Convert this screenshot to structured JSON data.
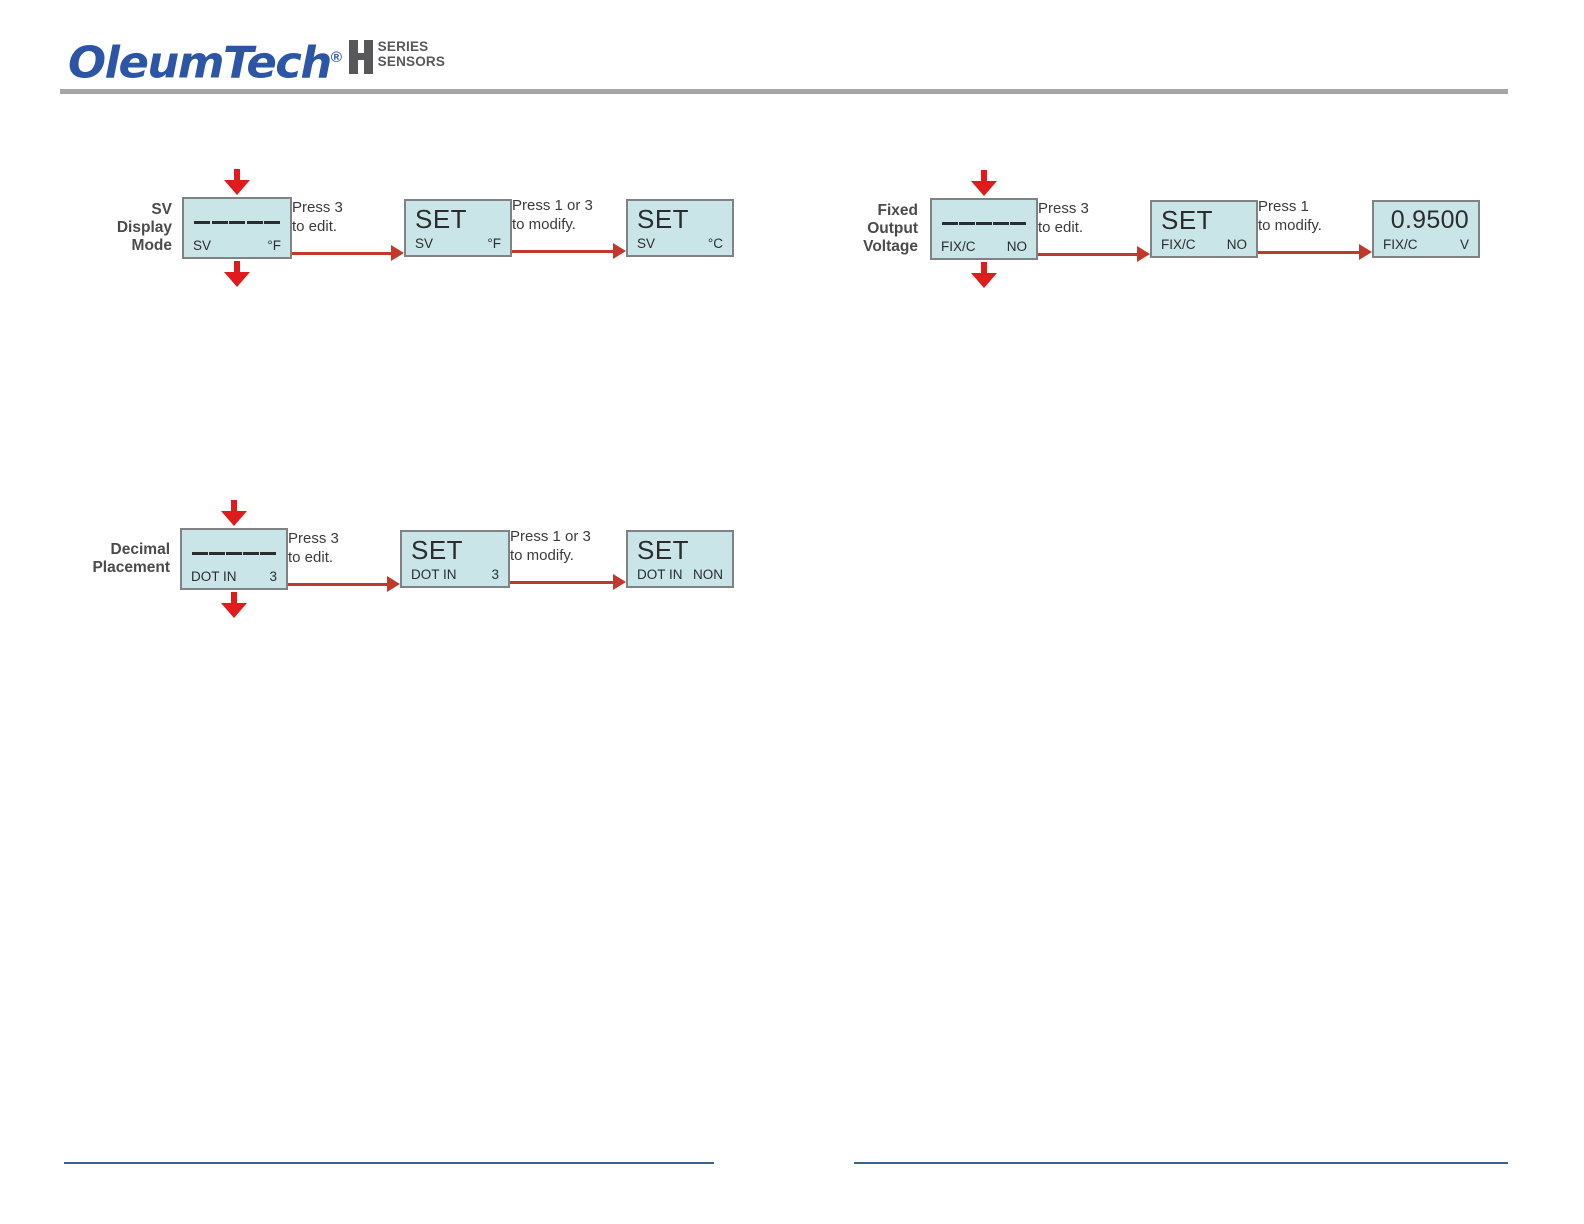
{
  "header": {
    "brand": "OleumTech",
    "registered_mark": "®",
    "h_mark_icon": "h-series-logo-icon",
    "series_line1": "SERIES",
    "series_line2": "SENSORS",
    "rule_color": "#a6a6a6"
  },
  "colors": {
    "lcd_fill": "#c9e5e7",
    "lcd_border": "#808284",
    "arrow_red": "#c0392b",
    "vertical_arrow_red": "#e01b1b",
    "label_text": "#4b4b4d",
    "brand_blue": "#2c55a5",
    "footer_rule": "#3d6291"
  },
  "flows": [
    {
      "id": "sv-display-mode",
      "label": "SV\nDisplay\nMode",
      "screens": [
        {
          "id": "sv-initial",
          "kind": "dashes",
          "main": "— — — — —",
          "sub_left": "SV",
          "sub_right": "°F",
          "has_vertical_arrows": true
        },
        {
          "id": "sv-set-f",
          "kind": "set",
          "main": "SET",
          "sub_left": "SV",
          "sub_right": "°F",
          "has_vertical_arrows": false
        },
        {
          "id": "sv-set-c",
          "kind": "set",
          "main": "SET",
          "sub_left": "SV",
          "sub_right": "°C",
          "has_vertical_arrows": false
        }
      ],
      "steps": [
        "Press 3\nto edit.",
        "Press 1 or 3\nto modify."
      ]
    },
    {
      "id": "fixed-output-voltage",
      "label": "Fixed\nOutput\nVoltage",
      "screens": [
        {
          "id": "fix-initial",
          "kind": "dashes",
          "main": "— — — — —",
          "sub_left": "FIX/C",
          "sub_right": "NO",
          "has_vertical_arrows": true
        },
        {
          "id": "fix-set-no",
          "kind": "set",
          "main": "SET",
          "sub_left": "FIX/C",
          "sub_right": "NO",
          "has_vertical_arrows": false
        },
        {
          "id": "fix-value",
          "kind": "value",
          "main": "0.9500",
          "sub_left": "FIX/C",
          "sub_right": "V",
          "has_vertical_arrows": false
        }
      ],
      "steps": [
        "Press 3\nto edit.",
        "Press 1\nto modify."
      ]
    },
    {
      "id": "decimal-placement",
      "label": "Decimal\nPlacement",
      "screens": [
        {
          "id": "dot-initial",
          "kind": "dashes",
          "main": "— — — — —",
          "sub_left": "DOT  IN",
          "sub_right": "3",
          "has_vertical_arrows": true
        },
        {
          "id": "dot-set-3",
          "kind": "set",
          "main": "SET",
          "sub_left": "DOT  IN",
          "sub_right": "3",
          "has_vertical_arrows": false
        },
        {
          "id": "dot-set-non",
          "kind": "set",
          "main": "SET",
          "sub_left": "DOT IN",
          "sub_right": "NON",
          "has_vertical_arrows": false
        }
      ],
      "steps": [
        "Press 3\nto edit.",
        "Press 1 or 3\nto modify."
      ]
    }
  ]
}
